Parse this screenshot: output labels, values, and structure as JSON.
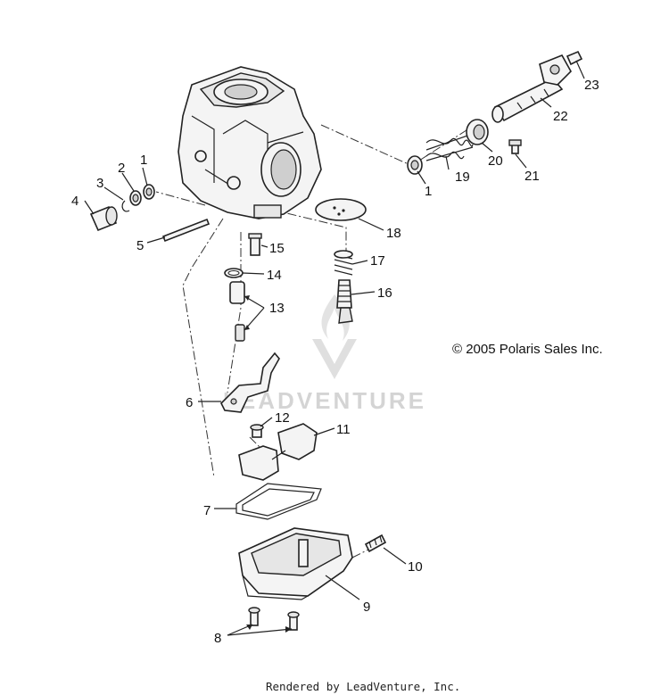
{
  "copyright": "© 2005 Polaris Sales Inc.",
  "footer": "Rendered by LeadVenture, Inc.",
  "watermark": "LEADVENTURE",
  "callouts": {
    "c1a": "1",
    "c1b": "1",
    "c2": "2",
    "c3": "3",
    "c4": "4",
    "c5": "5",
    "c6": "6",
    "c7": "7",
    "c8": "8",
    "c9": "9",
    "c10": "10",
    "c11": "11",
    "c12": "12",
    "c13": "13",
    "c14": "14",
    "c15": "15",
    "c16": "16",
    "c17": "17",
    "c18": "18",
    "c19": "19",
    "c20": "20",
    "c21": "21",
    "c22": "22",
    "c23": "23"
  }
}
